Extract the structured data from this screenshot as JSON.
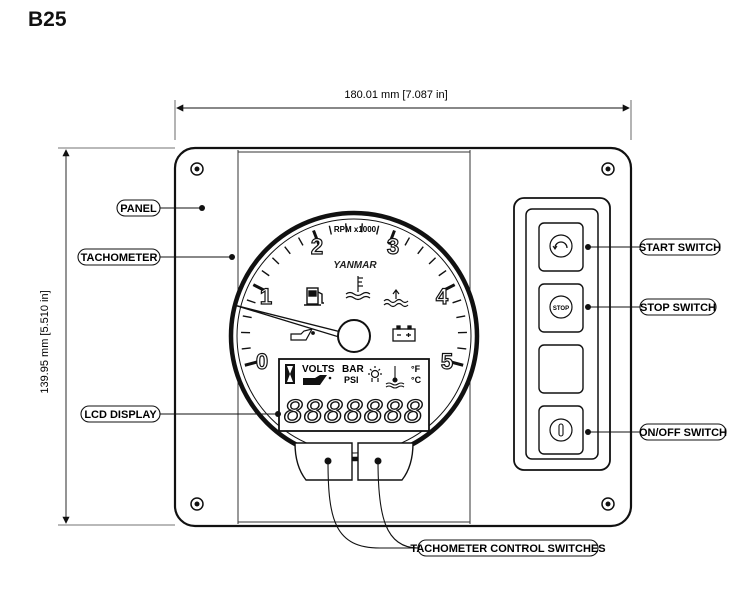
{
  "figure_id": "B25",
  "dimensions": {
    "width": "180.01 mm [7.087 in]",
    "height": "139.95 mm [5.510 in]"
  },
  "callouts": {
    "panel": "PANEL",
    "tachometer": "TACHOMETER",
    "lcd_display": "LCD DISPLAY",
    "start_switch": "START SWITCH",
    "stop_switch": "STOP SWITCH",
    "on_off_switch": "ON/OFF SWITCH",
    "tachometer_control_switches": "TACHOMETER CONTROL SWITCHES"
  },
  "gauge": {
    "scale_label": "RPM x1000",
    "brand": "YANMAR",
    "numbers": [
      "0",
      "1",
      "2",
      "3",
      "4",
      "5"
    ]
  },
  "lcd": {
    "volts": "VOLTS",
    "bar": "BAR",
    "psi": "PSI",
    "deg_f": "°F",
    "deg_c": "°C",
    "segments": "8888888"
  },
  "stop_button_label": "STOP",
  "icons": {
    "fuel": "fuel-pump-icon",
    "coolant": "coolant-temp-icon",
    "oil": "oil-can-icon",
    "water_in_fuel": "water-in-fuel-icon",
    "battery": "battery-icon",
    "glow": "glow-plug-icon",
    "hourglass": "hourglass-icon"
  }
}
